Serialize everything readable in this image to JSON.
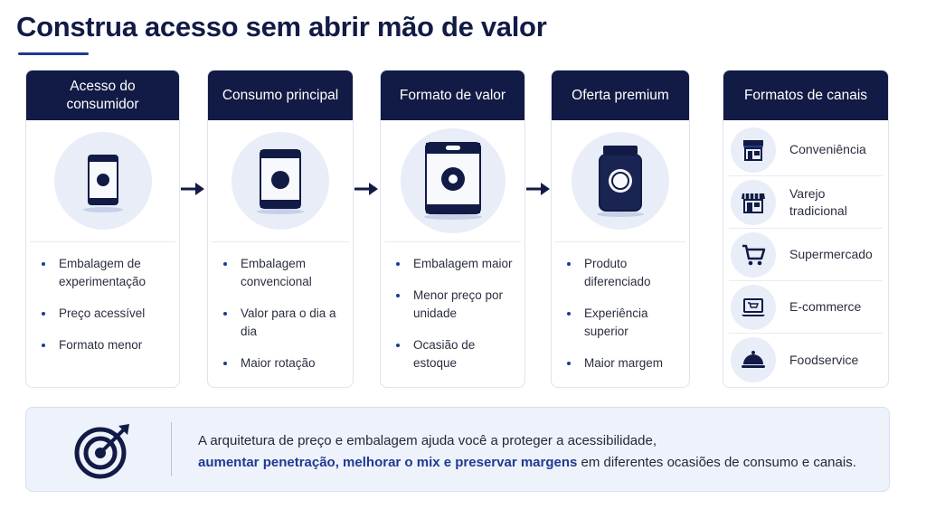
{
  "title": "Construa acesso sem abrir mão de valor",
  "colors": {
    "navy": "#121b45",
    "accent": "#1f3a93",
    "icon_bg": "#e8edf8",
    "banner_bg": "#eef2fb"
  },
  "stages": [
    {
      "header": "Acesso do consumidor",
      "icon": "small-sachet-icon",
      "bullets": [
        "Embalagem de experimentação",
        "Preço acessível",
        "Formato menor"
      ]
    },
    {
      "header": "Consumo principal",
      "icon": "standard-pouch-icon",
      "bullets": [
        "Embalagem convencional",
        "Valor para o dia a dia",
        "Maior rotação"
      ]
    },
    {
      "header": "Formato de valor",
      "icon": "large-bag-icon",
      "bullets": [
        "Embalagem maior",
        "Menor preço por unidade",
        "Ocasião de estoque"
      ]
    },
    {
      "header": "Oferta premium",
      "icon": "premium-jar-icon",
      "bullets": [
        "Produto diferenciado",
        "Experiência superior",
        "Maior margem"
      ]
    }
  ],
  "channels": {
    "header": "Formatos de canais",
    "items": [
      {
        "label": "Conveniência",
        "icon": "convenience-store-icon"
      },
      {
        "label": "Varejo tradicional",
        "icon": "storefront-awning-icon"
      },
      {
        "label": "Supermercado",
        "icon": "shopping-cart-icon"
      },
      {
        "label": "E-commerce",
        "icon": "laptop-cart-icon"
      },
      {
        "label": "Foodservice",
        "icon": "cloche-icon"
      }
    ]
  },
  "banner": {
    "icon": "target-arrow-icon",
    "line1": "A arquitetura de preço e embalagem ajuda você a proteger a acessibilidade,",
    "highlight": "aumentar penetração, melhorar o mix e preservar margens",
    "line2_rest": " em diferentes ocasiões de consumo e canais."
  }
}
